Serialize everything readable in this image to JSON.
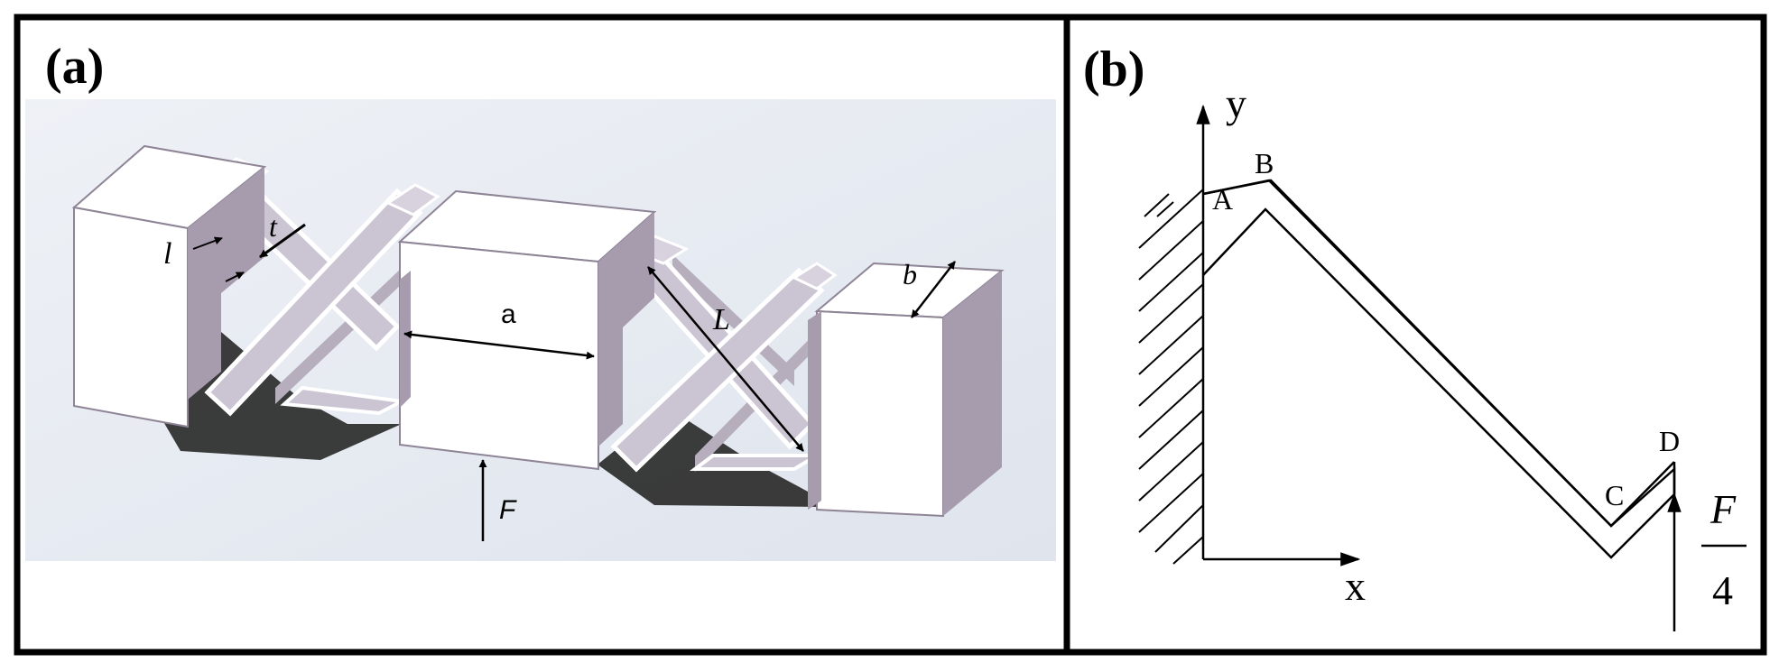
{
  "panel_a": {
    "label": "(a)",
    "dims": {
      "l": "l",
      "t": "t",
      "a": "a",
      "L": "L",
      "b": "b"
    },
    "force": "F"
  },
  "panel_b": {
    "label": "(b)",
    "axes": {
      "y": "y",
      "x": "x"
    },
    "points": {
      "A": "A",
      "B": "B",
      "C": "C",
      "D": "D"
    },
    "force": {
      "numerator": "F",
      "denominator": "4"
    }
  },
  "colors": {
    "frame": "#000000",
    "render_bg": "#e7ebf2",
    "block_face": "#ffffff",
    "block_side": "#a79cae",
    "beam": "#cbc4d2",
    "beam_inner": "#b6adbd",
    "shadow": "#2b2b2b"
  }
}
